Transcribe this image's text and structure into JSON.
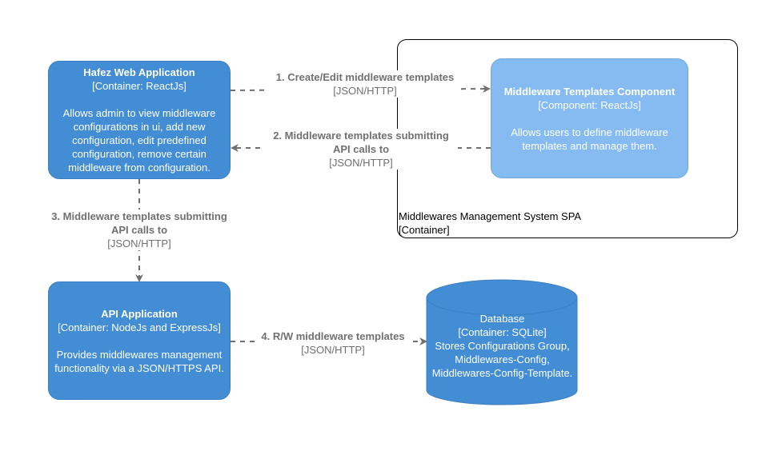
{
  "boundary": {
    "name": "Middlewares Management System SPA",
    "type": "[Container]"
  },
  "nodes": {
    "web_app": {
      "title": "Hafez Web Application",
      "tech": "[Container: ReactJs]",
      "description": "Allows admin to view middleware configurations in ui, add new configuration, edit predefined configuration, remove certain middleware from configuration.",
      "color": "#438dd5"
    },
    "templates_component": {
      "title": "Middleware Templates Component",
      "tech": "[Component: ReactJs]",
      "description": "Allows users to define middleware templates and manage them.",
      "color": "#85bbf0"
    },
    "api_app": {
      "title": "API Application",
      "tech": "[Container: NodeJs and ExpressJs]",
      "description": "Provides middlewares management functionality via a JSON/HTTPS API.",
      "color": "#438dd5"
    },
    "database": {
      "title": "Database",
      "tech": "[Container: SQLite]",
      "description": "Stores Configurations Group, Middlewares-Config, Middlewares-Config-Template.",
      "color": "#438dd5"
    }
  },
  "edges": [
    {
      "from": "web_app",
      "to": "templates_component",
      "label": "1. Create/Edit middleware templates",
      "protocol": "[JSON/HTTP]"
    },
    {
      "from": "templates_component",
      "to": "web_app",
      "label": "2. Middleware templates submitting API calls to",
      "protocol": "[JSON/HTTP]"
    },
    {
      "from": "web_app",
      "to": "api_app",
      "label": "3. Middleware templates submitting API calls to",
      "protocol": "[JSON/HTTP]"
    },
    {
      "from": "api_app",
      "to": "database",
      "label": "4. R/W middleware templates",
      "protocol": "[JSON/HTTP]"
    }
  ],
  "colors": {
    "edge": "#707070"
  }
}
